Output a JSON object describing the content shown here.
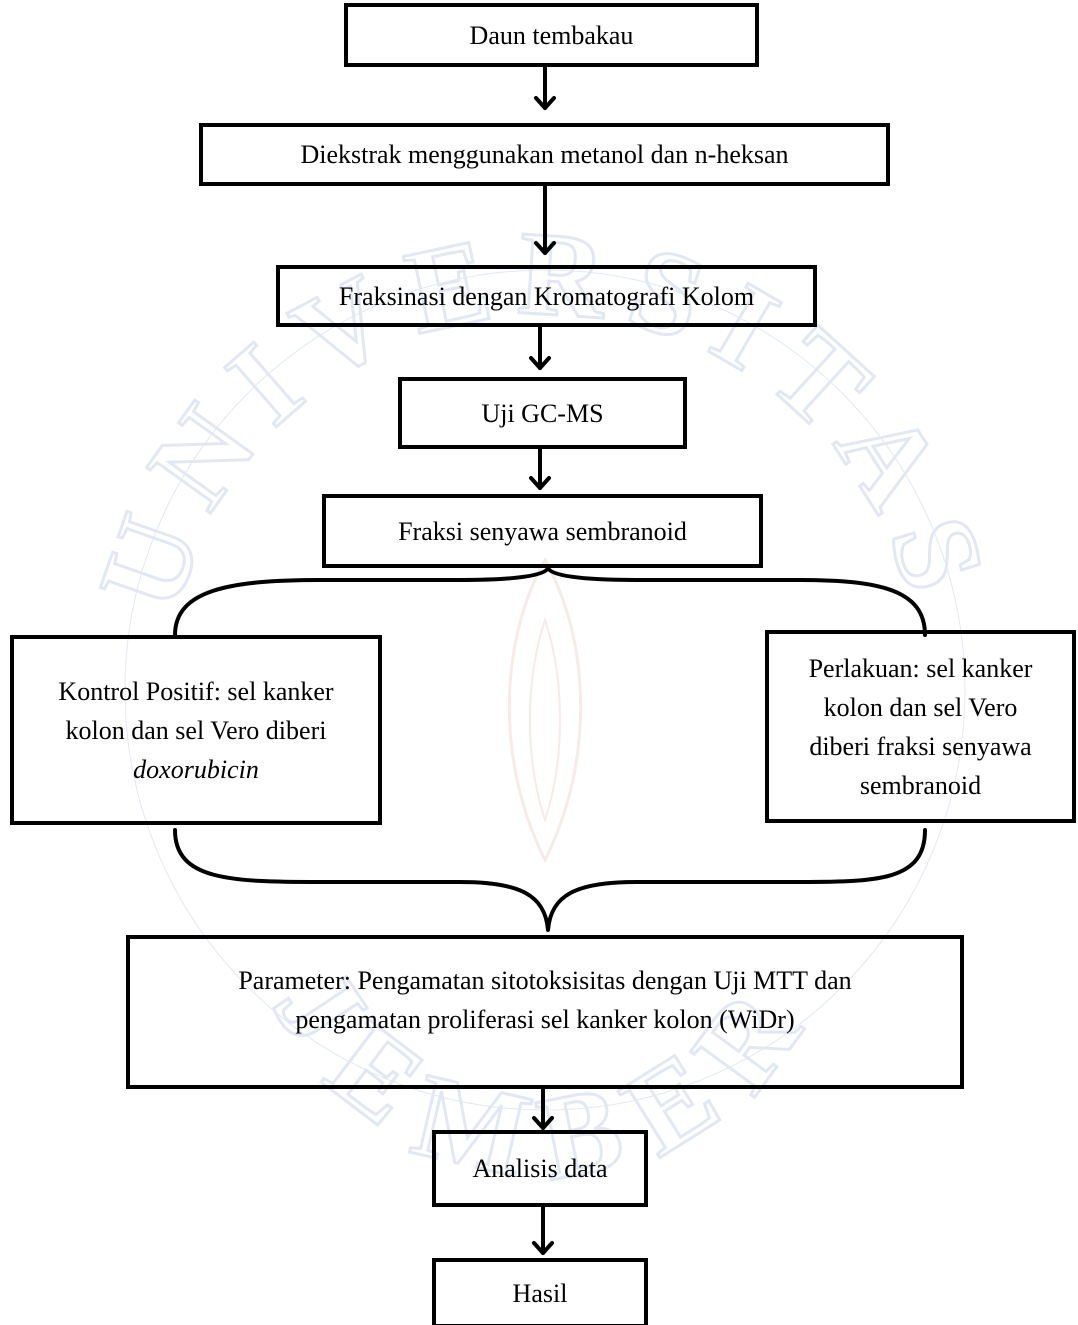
{
  "colors": {
    "line": "#000000",
    "box_fill": "#ffffff",
    "watermark_blue": "#c9d7ea",
    "watermark_red": "#f2d9d5"
  },
  "steps": {
    "leaf": "Daun tembakau",
    "extract": "Diekstrak menggunakan metanol dan n-heksan",
    "fraction": "Fraksinasi dengan Kromatografi Kolom",
    "gcms": "Uji GC-MS",
    "cembranoid": "Fraksi senyawa sembranoid",
    "positive_control": {
      "line1": "Kontrol Positif: sel kanker",
      "line2": "kolon dan sel Vero diberi",
      "line3": "doxorubicin"
    },
    "treatment": {
      "line1": "Perlakuan: sel kanker",
      "line2": "kolon dan sel Vero",
      "line3": "diberi fraksi senyawa",
      "line4": "sembranoid"
    },
    "parameter": {
      "line1": "Parameter: Pengamatan sitotoksisitas dengan Uji MTT dan",
      "line2": "pengamatan proliferasi sel kanker kolon (WiDr)"
    },
    "analysis": "Analisis data",
    "result": "Hasil"
  },
  "watermark": {
    "text": "UNIVERSITAS JEMBER"
  }
}
